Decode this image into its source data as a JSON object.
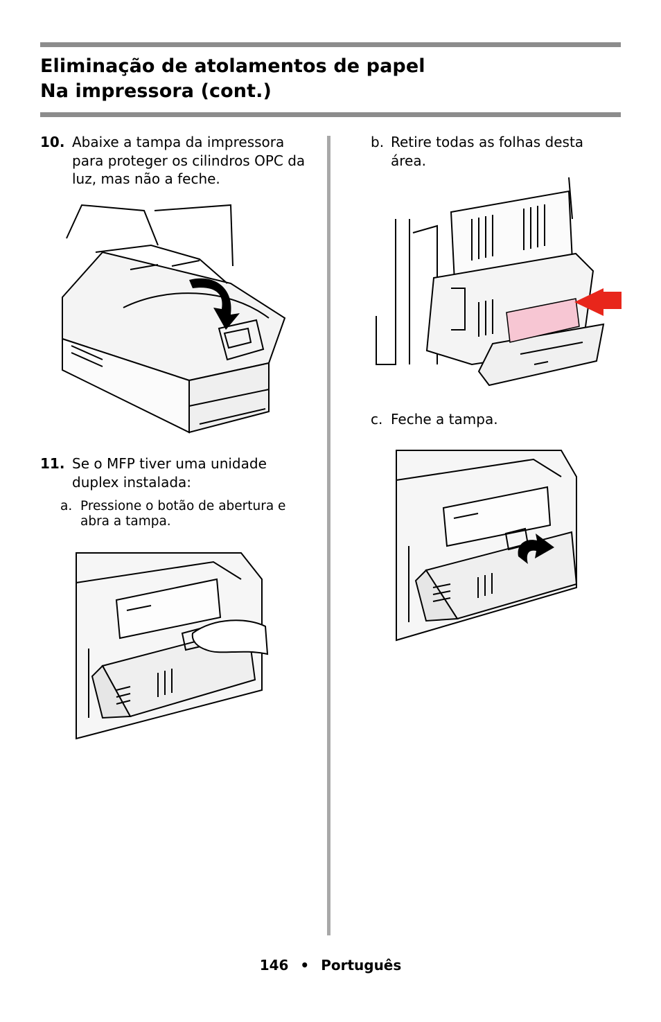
{
  "header": {
    "title_line1": "Eliminação de atolamentos de papel",
    "title_line2": "Na impressora (cont.)"
  },
  "left_column": {
    "step10": {
      "number": "10.",
      "text": "Abaixe a tampa da impressora para proteger os cilindros OPC da luz, mas não a feche."
    },
    "step11": {
      "number": "11.",
      "text": "Se o MFP tiver uma unidade duplex instalada:"
    },
    "sub_a": {
      "label": "a.",
      "text": "Pressione o botão de abertura e abra a tampa."
    }
  },
  "right_column": {
    "sub_b": {
      "label": "b.",
      "text": "Retire todas as folhas desta área."
    },
    "sub_c": {
      "label": "c.",
      "text": "Feche a tampa."
    }
  },
  "footer": {
    "page_number": "146",
    "separator": "•",
    "language": "Português"
  },
  "colors": {
    "rule": "#8c8c8c",
    "divider": "#a8a8a8",
    "arrow_red": "#e8261b",
    "paper_pink": "#f7c6d3"
  }
}
